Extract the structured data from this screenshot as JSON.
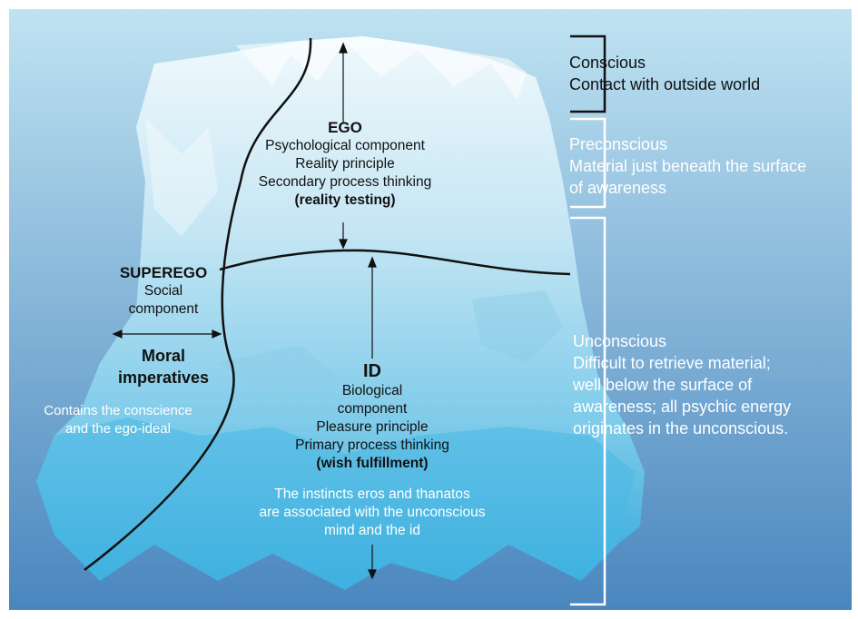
{
  "colors": {
    "sky_top": "#ffffff",
    "water_top": "#bfe3f2",
    "water_bottom": "#4a86be",
    "ice_light": "#eaf6fb",
    "ice_mid": "#9fd4ea",
    "ice_deep": "#3fb2e0",
    "line": "#111111",
    "bracket_dark": "#111111",
    "bracket_light": "#ffffff"
  },
  "ego": {
    "title": "EGO",
    "lines": [
      "Psychological component",
      "Reality principle",
      "Secondary process thinking"
    ],
    "emphasis": "(reality testing)"
  },
  "superego": {
    "title": "SUPEREGO",
    "lines": [
      "Social",
      "component"
    ],
    "emphasis_lines": [
      "Moral",
      "imperatives"
    ],
    "note_lines": [
      "Contains the conscience",
      "and the ego-ideal"
    ]
  },
  "id": {
    "title": "ID",
    "lines": [
      "Biological",
      "component",
      "Pleasure principle",
      "Primary process thinking"
    ],
    "emphasis": "(wish fulfillment)",
    "note_lines": [
      "The instincts eros and thanatos",
      "are associated with the unconscious",
      "mind and the id"
    ]
  },
  "levels": {
    "conscious": [
      "Conscious",
      "Contact with outside world"
    ],
    "preconscious": [
      "Preconscious",
      "Material just beneath the surface",
      "of awareness"
    ],
    "unconscious": [
      "Unconscious",
      "Difficult to retrieve material;",
      "well below the surface of",
      "awareness; all psychic energy",
      "originates in the unconscious."
    ]
  }
}
